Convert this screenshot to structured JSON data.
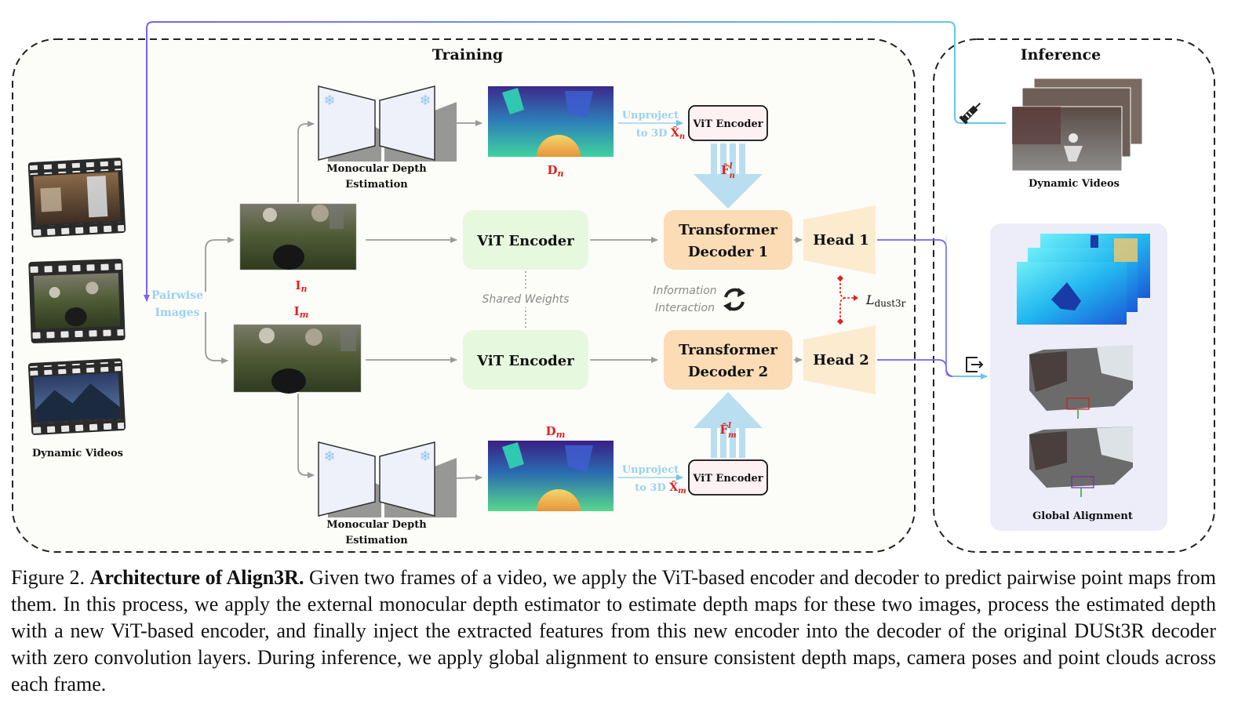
{
  "sections": {
    "training": "Training",
    "inference": "Inference"
  },
  "left": {
    "videos_label": "Dynamic Videos",
    "pairwise_line1": "Pairwise",
    "pairwise_line2": "Images"
  },
  "images": {
    "in_main": "I",
    "in_sub": "n",
    "im_main": "I",
    "im_sub": "m"
  },
  "mono": {
    "line1": "Monocular Depth",
    "line2": "Estimation"
  },
  "depth": {
    "dn_main": "D",
    "dn_sub": "n",
    "dm_main": "D",
    "dm_sub": "m"
  },
  "unproject": {
    "line1": "Unproject",
    "line2_prefix": "to 3D ",
    "xn_main": "X̂",
    "xn_sub": "n",
    "xm_main": "X̂",
    "xm_sub": "m"
  },
  "vit_small": "ViT Encoder",
  "features": {
    "fn_main": "F̂",
    "fn_sup": "l",
    "fn_sub": "n",
    "fm_main": "F̂",
    "fm_sup": "l",
    "fm_sub": "m"
  },
  "vit_encoder": "ViT Encoder",
  "shared_weights": "Shared Weights",
  "decoder1": {
    "line1": "Transformer",
    "line2": "Decoder 1"
  },
  "decoder2": {
    "line1": "Transformer",
    "line2": "Decoder 2"
  },
  "info": {
    "line1": "Information",
    "line2": "Interaction"
  },
  "head1": "Head 1",
  "head2": "Head 2",
  "loss": {
    "main": "L",
    "sub": "dust3r"
  },
  "inference_panel": {
    "videos_label": "Dynamic Videos",
    "alignment_label": "Global Alignment"
  },
  "icons": {
    "snowflake": "snowflake-icon",
    "syringe": "syringe-icon",
    "export": "export-icon",
    "refresh": "refresh-icon"
  },
  "colors": {
    "training_bg": "#fcfcf8",
    "encoder_green": "#e6f9df",
    "decoder_orange": "#fbdcb5",
    "head_tan": "#fdebd0",
    "vit_small_fill": "#fdf1f4",
    "cyan_arrow": "#b8def0",
    "light_blue_text": "#9cd1ef",
    "red_label": "#e02020",
    "purple_line": "#7b61f0",
    "inference_panel": "#ecedf8"
  },
  "caption": {
    "prefix": "Figure 2. ",
    "bold": "Architecture of Align3R.",
    "text": " Given two frames of a video, we apply the ViT-based encoder and decoder to predict pairwise point maps from them. In this process, we apply the external monocular depth estimator to estimate depth maps for these two images, process the estimated depth with a new ViT-based encoder, and finally inject the extracted features from this new encoder into the decoder of the original DUSt3R decoder with zero convolution layers. During inference, we apply global alignment to ensure consistent depth maps, camera poses and point clouds across each frame."
  }
}
